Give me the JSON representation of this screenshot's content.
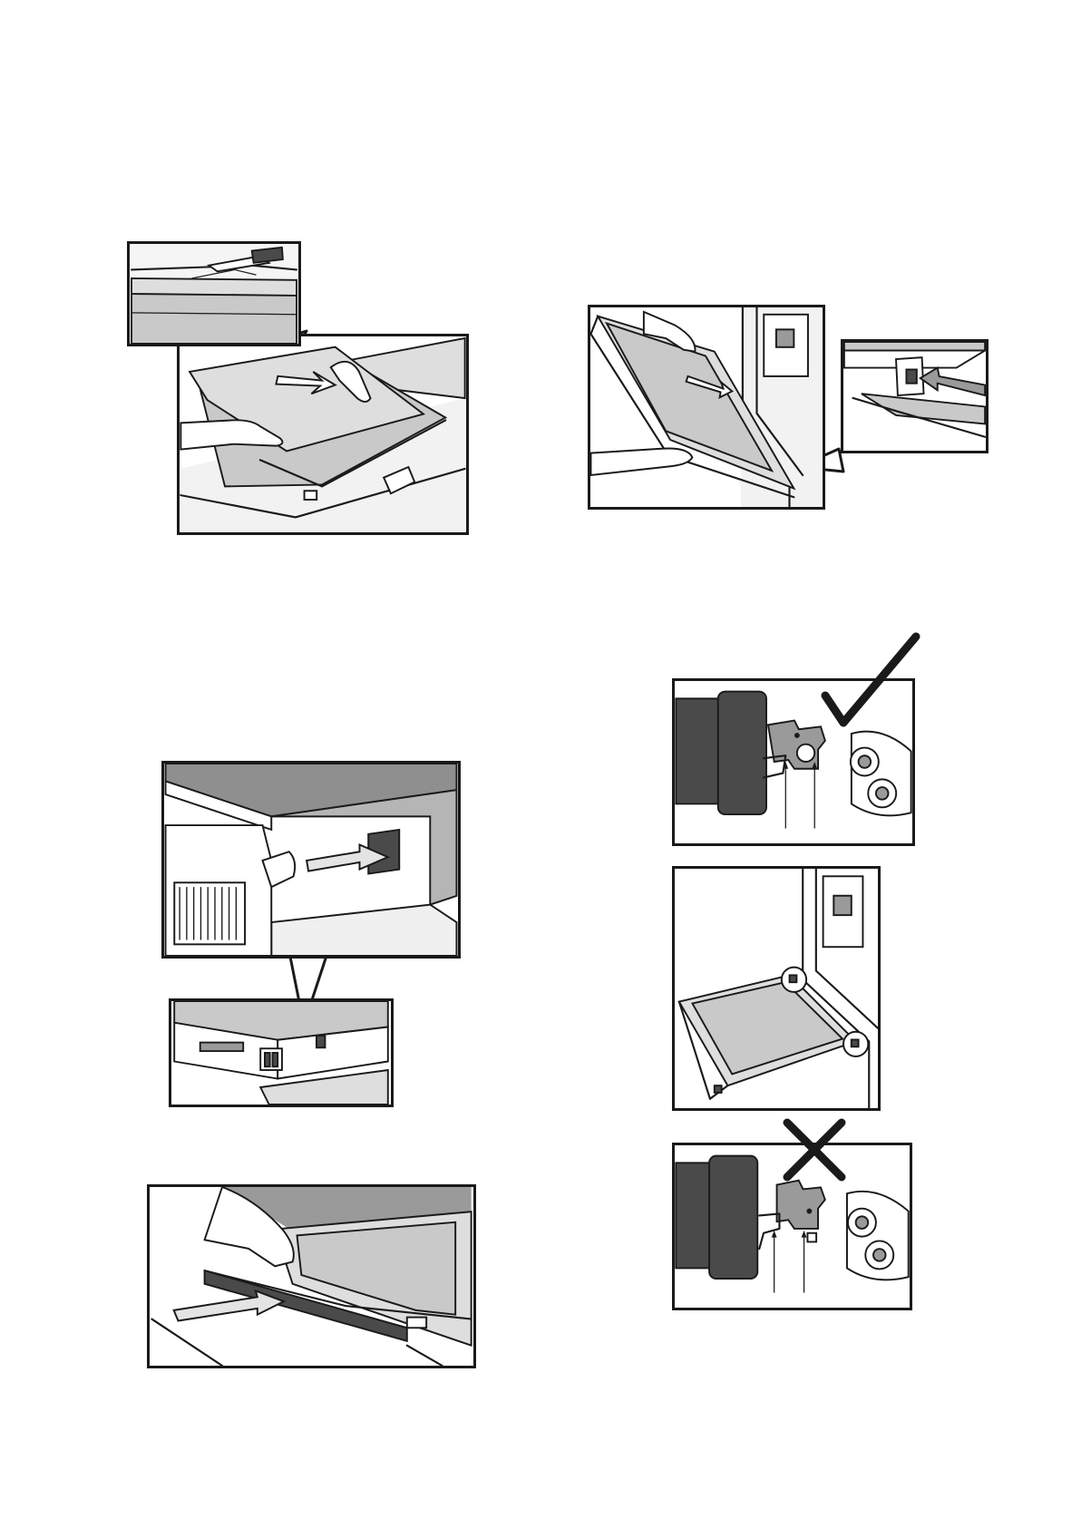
{
  "figures": [
    {
      "id": "remove-inner-glass",
      "icon": "hands-sliding-glass-panel-illustration"
    },
    {
      "id": "remove-door-glass-with-detail",
      "icon": "door-glass-release-clip-illustration"
    },
    {
      "id": "insert-glass-into-side-slot",
      "icon": "glass-slot-insertion-illustration"
    },
    {
      "id": "push-glass-into-door-profile",
      "icon": "hands-pushing-glass-illustration"
    },
    {
      "id": "hinge-clip-correct",
      "icon": "checkmark-icon",
      "status": "correct"
    },
    {
      "id": "door-hinges-overview",
      "icon": "open-oven-door-hinges-illustration"
    },
    {
      "id": "hinge-clip-incorrect",
      "icon": "cross-icon",
      "status": "incorrect"
    }
  ],
  "colors": {
    "ink": "#1a1a1a",
    "glass": "#c9c9c9",
    "dark_part": "#4a4a4a",
    "paper": "#ffffff"
  }
}
